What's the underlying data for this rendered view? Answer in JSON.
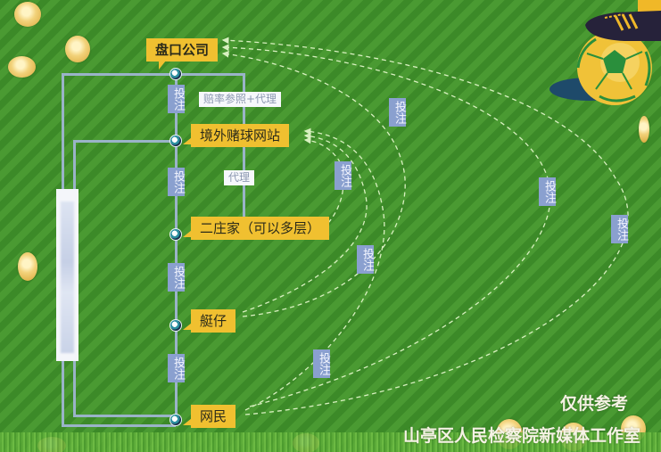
{
  "diagram": {
    "nodes": [
      {
        "id": "pankou",
        "label": "盘口公司"
      },
      {
        "id": "jingwai",
        "label": "境外赌球网站"
      },
      {
        "id": "erzhuangjia",
        "label": "二庄家（可以多层）"
      },
      {
        "id": "tingzai",
        "label": "艇仔"
      },
      {
        "id": "wangmin",
        "label": "网民"
      }
    ],
    "vertical_edge_labels": [
      "投注",
      "投注",
      "投注",
      "投注"
    ],
    "side_labels": {
      "odds_agent": "赔率参照+代理",
      "agent": "代理"
    },
    "curve_labels": [
      "投注",
      "投注",
      "投注",
      "投注",
      "投注",
      "投注"
    ],
    "colors": {
      "node_label_bg": "#f0c030",
      "edge_tag_bg": "#8aa0cf",
      "line": "#9ab3c8",
      "dashed_arrow": "#d8f0c0",
      "field_green": "#3f8f2a"
    }
  },
  "footer": {
    "disclaimer": "仅供参考",
    "source": "山亭区人民检察院新媒体工作室"
  }
}
